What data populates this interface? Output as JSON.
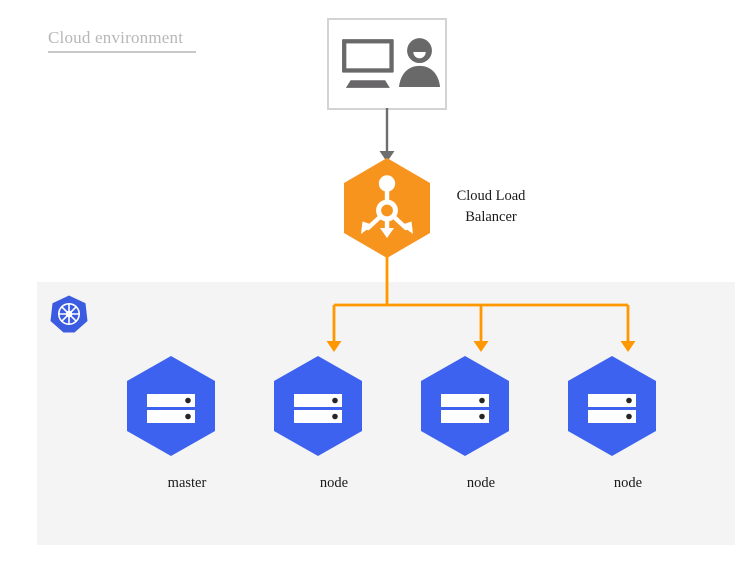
{
  "diagram": {
    "title": "Cloud environment",
    "background_color": "#ffffff",
    "cluster_panel": {
      "name": "kubernetes-cluster-region",
      "background_color": "#f4f4f5",
      "logo_icon": "kubernetes-logo-icon",
      "logo_color": "#3b5ce0"
    },
    "client": {
      "icon_desktop": "desktop-monitor-icon",
      "icon_user": "user-avatar-icon",
      "border_color": "#d3d3d3",
      "icon_color": "#696969"
    },
    "load_balancer": {
      "label_line1": "Cloud Load",
      "label_line2": "Balancer",
      "icon": "load-balancer-distribute-icon",
      "fill_color": "#f7941d",
      "icon_color": "#ffffff"
    },
    "connectors": {
      "client_to_lb_color": "#6e6e6e",
      "lb_to_nodes_color": "#ff9800"
    },
    "nodes": [
      {
        "label": "master",
        "icon": "server-rack-icon",
        "fill_color": "#3c62ef"
      },
      {
        "label": "node",
        "icon": "server-rack-icon",
        "fill_color": "#3c62ef"
      },
      {
        "label": "node",
        "icon": "server-rack-icon",
        "fill_color": "#3c62ef"
      },
      {
        "label": "node",
        "icon": "server-rack-icon",
        "fill_color": "#3c62ef"
      }
    ]
  }
}
